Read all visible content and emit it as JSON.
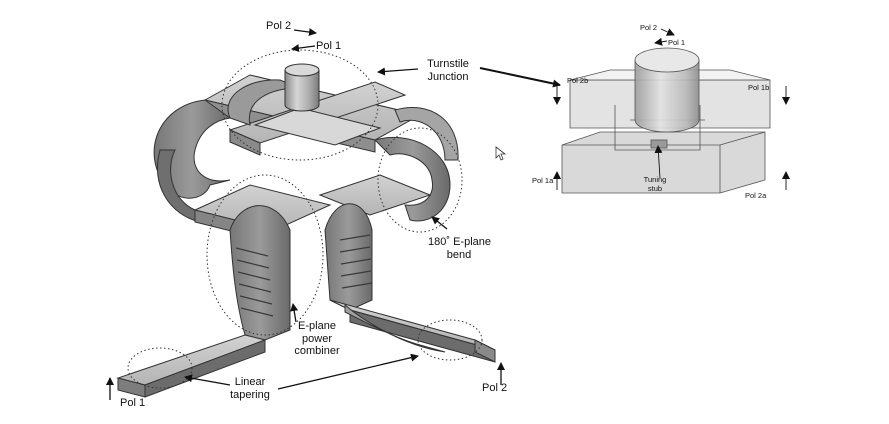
{
  "left_diagram": {
    "top_pol2": "Pol 2",
    "top_pol1": "Pol 1",
    "turnstile": [
      "Turnstile",
      "Junction"
    ],
    "eplane_bend": [
      "180˚ E-plane",
      "bend"
    ],
    "power_combiner": [
      "E-plane",
      "power",
      "combiner"
    ],
    "linear_tapering": [
      "Linear",
      "tapering"
    ],
    "bottom_pol1": "Pol 1",
    "bottom_pol2": "Pol 2"
  },
  "right_diagram": {
    "pol2": "Pol 2",
    "pol1": "Pol 1",
    "pol2b": "Pol 2b",
    "pol1b": "Pol 1b",
    "pol1a": "Pol 1a",
    "pol2a": "Pol 2a",
    "tuning_stub": [
      "Tuning",
      "stub"
    ]
  },
  "icons": {
    "cursor": "mouse-pointer-icon"
  }
}
